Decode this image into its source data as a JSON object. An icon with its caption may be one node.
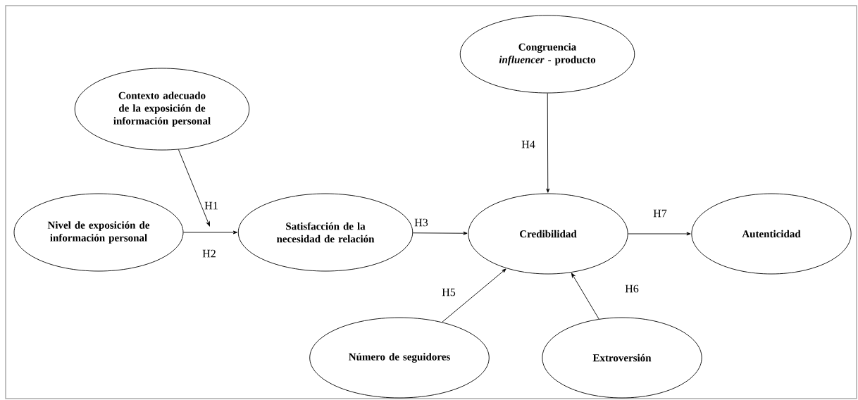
{
  "diagram": {
    "nodes": [
      {
        "text": [
          "Contexto adecuado de la exposición de información personal"
        ]
      },
      {
        "text": [
          "Congruencia *influencer* - producto"
        ]
      },
      {
        "text": [
          "Nivel de exposición de información personal"
        ]
      },
      {
        "text": [
          "Satisfacción de la necesidad de relación"
        ]
      },
      {
        "text": [
          "Credibilidad"
        ]
      },
      {
        "text": [
          "Autenticidad"
        ]
      },
      {
        "text": [
          "Número de seguidores"
        ]
      },
      {
        "text": [
          "Extroversión"
        ]
      }
    ],
    "edges": [
      {
        "from": 0,
        "to": null,
        "arrow": "to",
        "label": "H1"
      },
      {
        "from": 2,
        "to": 3,
        "arrow": "to",
        "label": "H2"
      },
      {
        "from": 3,
        "to": 4,
        "arrow": "to",
        "label": "H3"
      },
      {
        "from": 1,
        "to": 4,
        "arrow": "to",
        "label": "H4"
      },
      {
        "from": 6,
        "to": 4,
        "arrow": "to",
        "label": "H5"
      },
      {
        "from": 7,
        "to": 4,
        "arrow": "to",
        "label": "H6"
      },
      {
        "from": 4,
        "to": 5,
        "arrow": "to",
        "label": "H7"
      }
    ]
  }
}
